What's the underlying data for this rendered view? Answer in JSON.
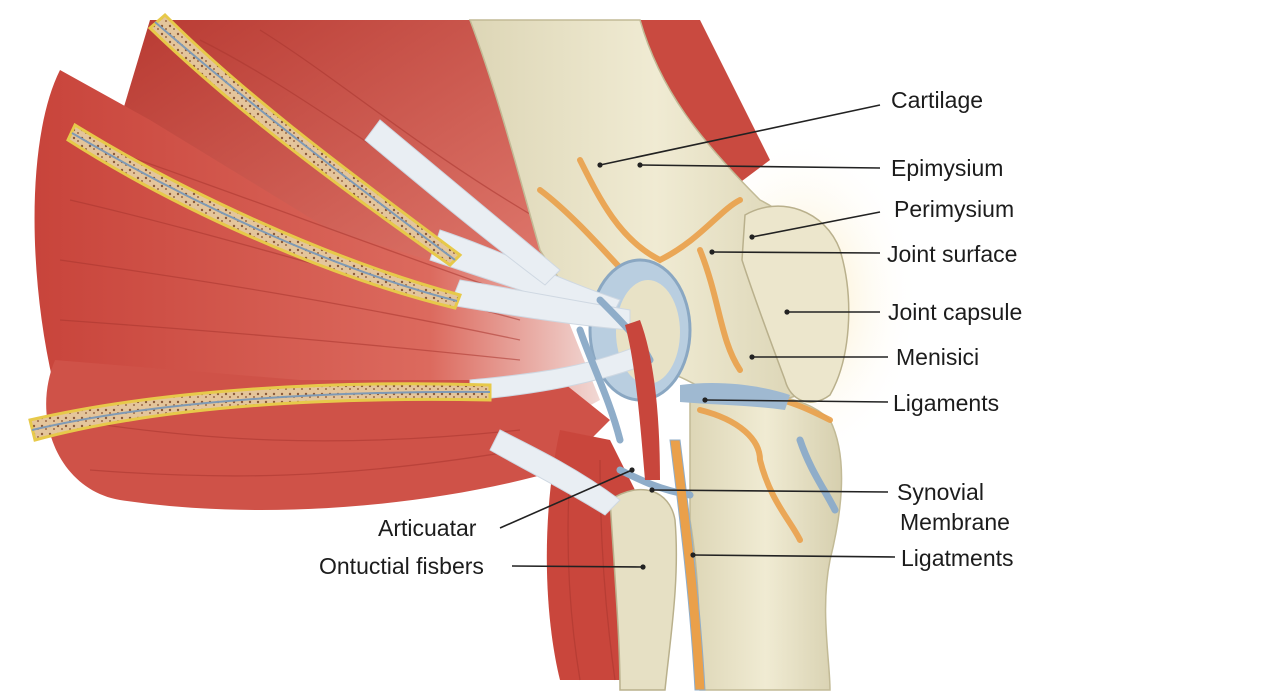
{
  "labels": {
    "cartilage": "Cartilage",
    "epimysium": "Epimysium",
    "perimysium": "Perimysium",
    "joint_surface": "Joint surface",
    "joint_capsule": "Joint capsule",
    "menisici": "Menisici",
    "ligaments_upper": "Ligaments",
    "synovial_line1": "Synovial",
    "synovial_line2": "Membrane",
    "ligaments_lower": "Ligatments",
    "articuatar": "Articuatar",
    "ontuctial_fisbers": "Ontuctial fisbers"
  },
  "colors": {
    "muscle": "#d2544a",
    "muscle_dark": "#a9362f",
    "tendon": "#e9eef3",
    "bone": "#e8e2c6",
    "bone_shade": "#c9c2a0",
    "orange": "#eaa04a",
    "blue": "#9fb9d1",
    "fascicle": "#e7c9a0",
    "leader": "#222222"
  }
}
